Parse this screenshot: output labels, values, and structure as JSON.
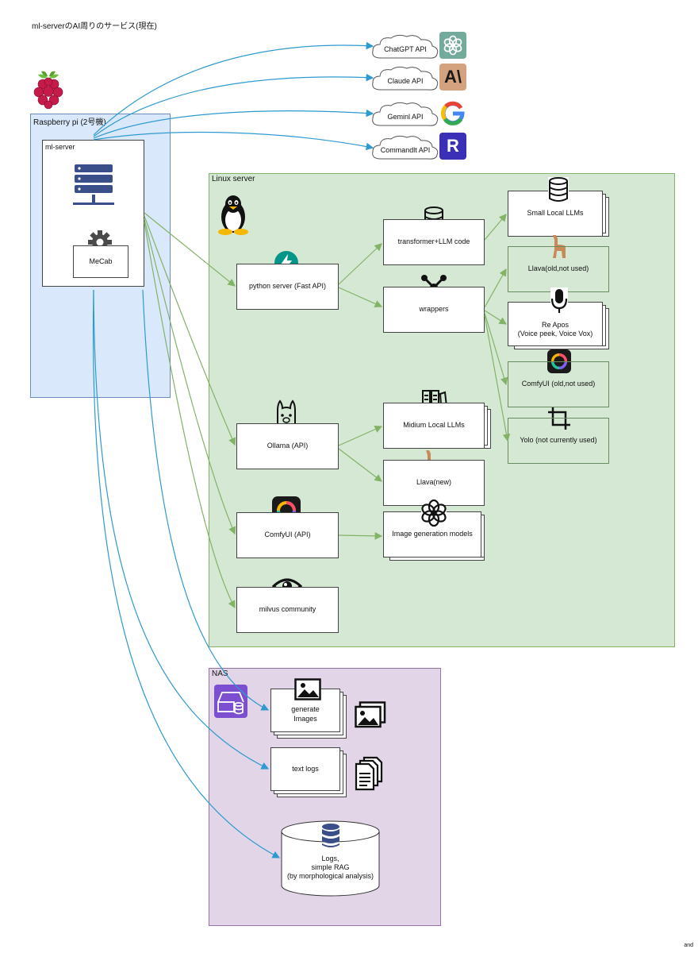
{
  "title": "ml-serverのAI周りのサービス(現在)",
  "corner_mark": "and",
  "groups": {
    "rpi": "Raspberry pi (2号機)",
    "linux": "Linux server",
    "nas": "NAS"
  },
  "nodes": {
    "ml_server": "ml-server",
    "mecab": "MeCab",
    "python_server": "python server (Fast API)",
    "ollama": "Ollama (API)",
    "comfyui_api": "ComfyUI (API)",
    "milvus": "milvus community",
    "transformer": "transformer+LLM code",
    "wrappers": "wrappers",
    "medium_llms": "Midium Local LLMs",
    "llava_new": "Llava(new)",
    "image_gen": "Image generation models",
    "small_llms": "Small Local LLMs",
    "llava_old": "Llava(old,not used)",
    "re_apos": "Re Apos",
    "re_apos_sub": "(Voice peek, Voice Vox)",
    "comfyui_old": "ComfyUI (old,not used)",
    "yolo": "Yolo (not currently used)",
    "gen_images_1": "generate",
    "gen_images_2": "Images",
    "text_logs": "text logs",
    "logs_1": "Logs,",
    "logs_2": "simple RAG",
    "logs_3": "(by morphological analysis)"
  },
  "cloud_apis": [
    {
      "label": "ChatGPT API",
      "logo": "openai-logo",
      "logo_color": "#74aa9c"
    },
    {
      "label": "Claude API",
      "logo": "anthropic-logo",
      "logo_color": "#d4a27f",
      "logo_text": "A\\"
    },
    {
      "label": "Geminl API",
      "logo": "google-logo",
      "logo_color": "#ffffff",
      "logo_text": "G"
    },
    {
      "label": "Commandlt API",
      "logo": "cohere-logo",
      "logo_color": "#3b2fb8",
      "logo_text": "R"
    }
  ],
  "colors": {
    "blue_line": "#2e9ad0",
    "green_line": "#82b366",
    "icon_navy": "#3a4f8a"
  }
}
